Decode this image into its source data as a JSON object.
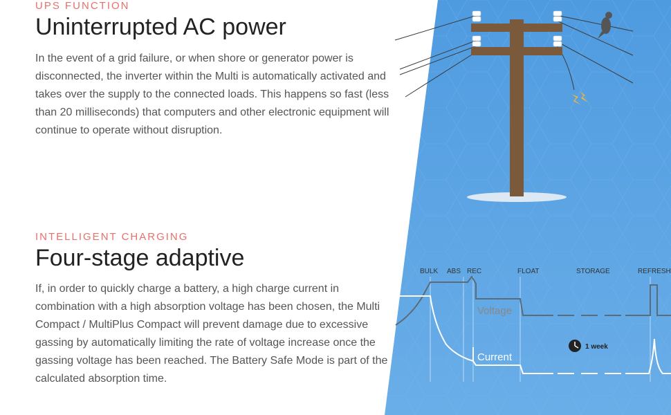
{
  "ups": {
    "kicker": "UPS FUNCTION",
    "title": "Uninterrupted AC power",
    "body": "In the event of a grid failure, or when shore or generator power is disconnected, the inverter within the Multi is automatically activated and takes over the supply to the connected loads. This happens so fast (less than 20 milliseconds) that computers and other electronic equipment will continue to operate without disruption."
  },
  "charging": {
    "kicker": "INTELLIGENT CHARGING",
    "title": "Four-stage adaptive",
    "body": "If, in order to quickly charge a battery, a high charge current in combination with a high absorption voltage has been chosen, the Multi Compact / MultiPlus Compact will prevent damage due to excessive gassing by automatically limiting the rate of voltage increase once the gassing voltage has been reached. The Battery Safe Mode is part of the calculated absorption time."
  },
  "chart": {
    "stages": [
      "BULK",
      "ABS",
      "REC",
      "FLOAT",
      "STORAGE",
      "REFRESH"
    ],
    "voltage_label": "Voltage",
    "current_label": "Current",
    "duration_label": "1 week"
  },
  "colors": {
    "accent": "#e8706a",
    "panel_blue": "#5ba3e0",
    "pole_brown": "#7a5a3a"
  },
  "icons": [
    "utility-pole-illustration",
    "bird-icon",
    "lightning-spark-icon",
    "clock-icon"
  ]
}
